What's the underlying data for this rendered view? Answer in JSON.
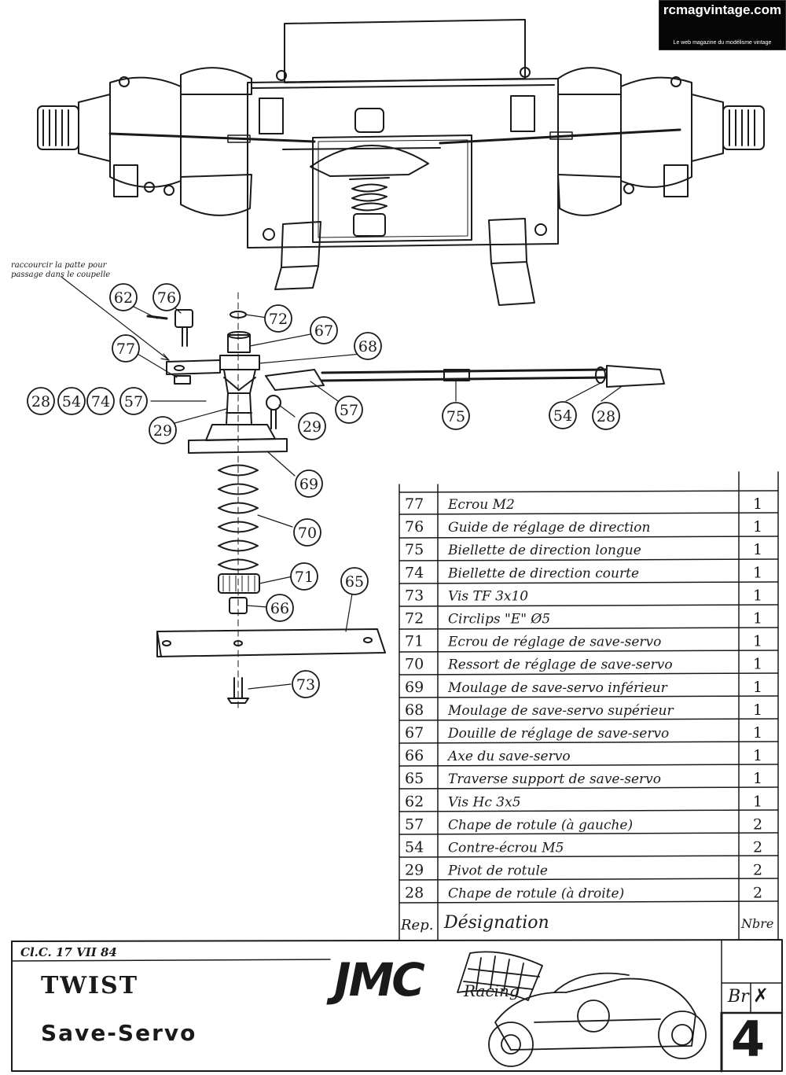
{
  "logo": {
    "site": "rcmagvintage.com",
    "tagline": "Le web magazine du modélisme vintage"
  },
  "note": {
    "line1": "raccourcir la patte pour",
    "line2": "passage dans le coupelle"
  },
  "callouts": [
    "62",
    "76",
    "72",
    "67",
    "68",
    "77",
    "28",
    "54",
    "74",
    "57",
    "29",
    "29",
    "57",
    "75",
    "54",
    "28",
    "69",
    "70",
    "71",
    "65",
    "66",
    "73"
  ],
  "parts_table": {
    "headers": {
      "rep": "Rep.",
      "designation": "Désignation",
      "qty": "Nbre"
    },
    "rows": [
      {
        "rep": "77",
        "designation": "Ecrou M2",
        "qty": "1"
      },
      {
        "rep": "76",
        "designation": "Guide de réglage de direction",
        "qty": "1"
      },
      {
        "rep": "75",
        "designation": "Biellette de direction longue",
        "qty": "1"
      },
      {
        "rep": "74",
        "designation": "Biellette de direction courte",
        "qty": "1"
      },
      {
        "rep": "73",
        "designation": "Vis TF 3x10",
        "qty": "1"
      },
      {
        "rep": "72",
        "designation": "Circlips \"E\" Ø5",
        "qty": "1"
      },
      {
        "rep": "71",
        "designation": "Ecrou de réglage de save-servo",
        "qty": "1"
      },
      {
        "rep": "70",
        "designation": "Ressort de réglage de save-servo",
        "qty": "1"
      },
      {
        "rep": "69",
        "designation": "Moulage de save-servo inférieur",
        "qty": "1"
      },
      {
        "rep": "68",
        "designation": "Moulage de save-servo supérieur",
        "qty": "1"
      },
      {
        "rep": "67",
        "designation": "Douille de réglage de save-servo",
        "qty": "1"
      },
      {
        "rep": "66",
        "designation": "Axe du save-servo",
        "qty": "1"
      },
      {
        "rep": "65",
        "designation": "Traverse support de save-servo",
        "qty": "1"
      },
      {
        "rep": "62",
        "designation": "Vis Hc 3x5",
        "qty": "1"
      },
      {
        "rep": "57",
        "designation": "Chape de rotule (à gauche)",
        "qty": "2"
      },
      {
        "rep": "54",
        "designation": "Contre-écrou M5",
        "qty": "2"
      },
      {
        "rep": "29",
        "designation": "Pivot de rotule",
        "qty": "2"
      },
      {
        "rep": "28",
        "designation": "Chape de rotule (à droite)",
        "qty": "2"
      }
    ]
  },
  "title_block": {
    "date": "Cl.C. 17 VII 84",
    "model": "TWIST",
    "part": "Save-Servo",
    "brand": "JMC",
    "brand_sub": "Racing",
    "cell_b": "Br",
    "cell_x": "✗",
    "sheet_number": "4"
  }
}
